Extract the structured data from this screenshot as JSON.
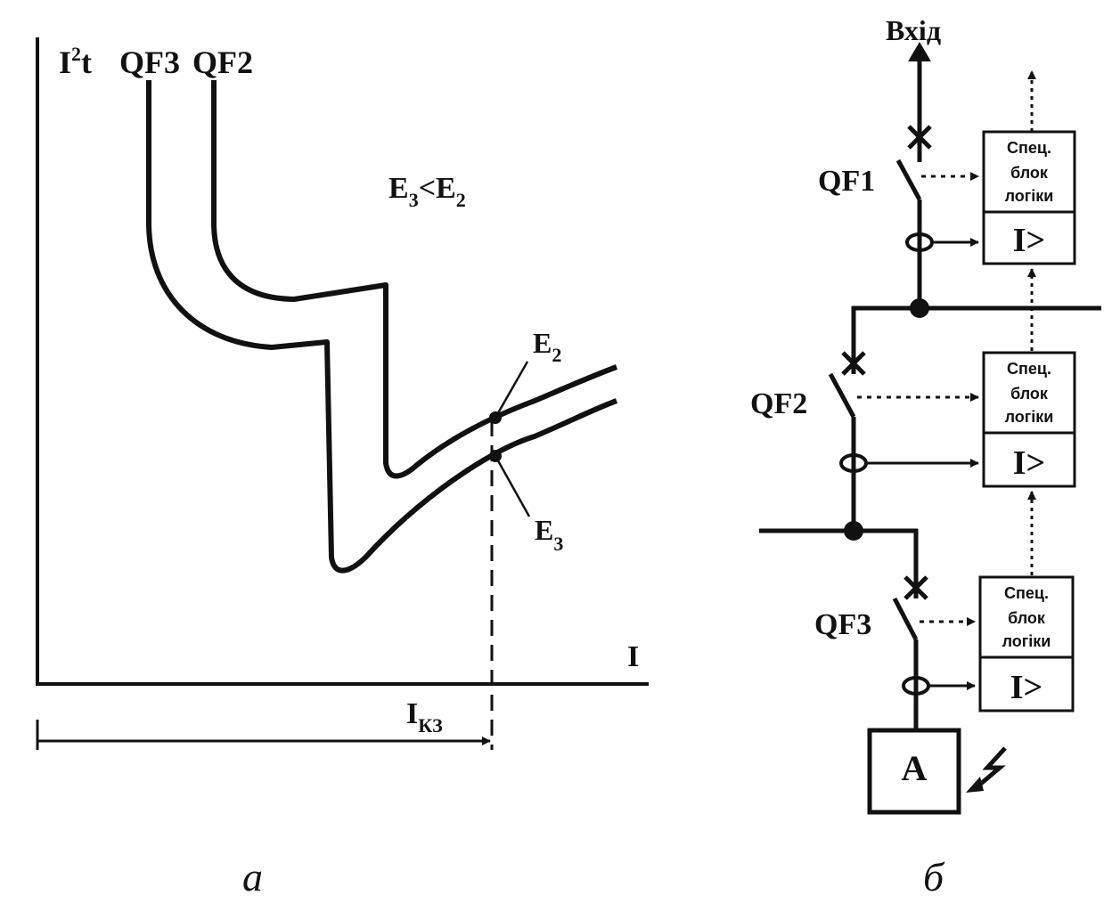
{
  "panel_a": {
    "y_axis_label_base": "I",
    "y_axis_label_sup": "2",
    "y_axis_label_tail": "t",
    "x_axis_label": "I",
    "curve_labels": {
      "qf3": "QF3",
      "qf2": "QF2"
    },
    "relation": {
      "e1": "E",
      "s1": "3",
      "op": "<E",
      "s2": "2"
    },
    "point_e2": {
      "base": "E",
      "sub": "2"
    },
    "point_e3": {
      "base": "E",
      "sub": "3"
    },
    "ikz": {
      "base": "I",
      "sub": "КЗ"
    },
    "caption": "а"
  },
  "panel_b": {
    "input_label": "Вхід",
    "breakers": [
      "QF1",
      "QF2",
      "QF3"
    ],
    "logic_block_lines": [
      "Спец.",
      "блок",
      "логіки"
    ],
    "relay_label": "I>",
    "load_label": "A",
    "caption": "б"
  },
  "colors": {
    "ink": "#111111",
    "background": "#ffffff"
  }
}
